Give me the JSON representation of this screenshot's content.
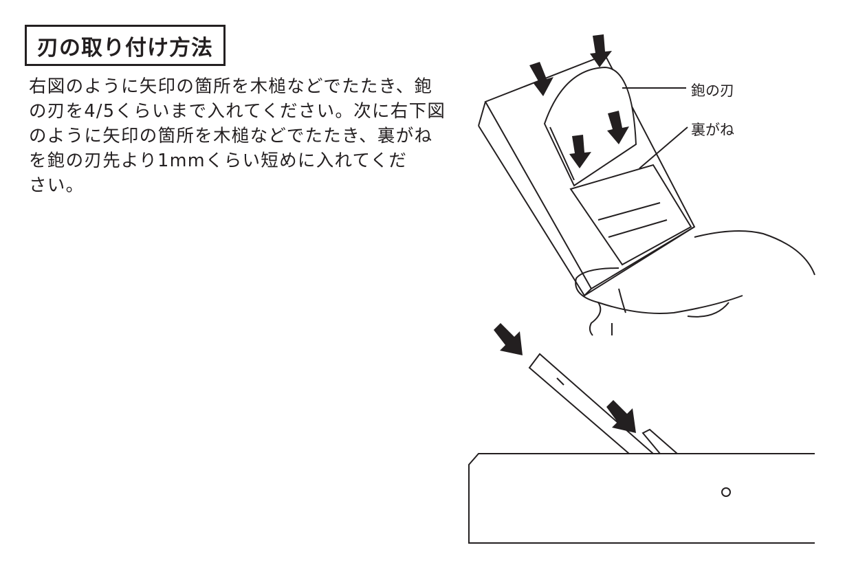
{
  "section": {
    "title": "刃の取り付け方法",
    "lines": [
      "右図のように矢印の箇所を木槌などでたたき、鉋",
      "の刃を4/5くらいまで入れてください。次に右下図",
      "のように矢印の箇所を木槌などでたたき、裏がね",
      "を鉋の刃先より1mmくらい短めに入れてくだ",
      "さい。"
    ]
  },
  "figure": {
    "labels": {
      "blade": "鉋の刃",
      "back_iron": "裏がね"
    }
  }
}
